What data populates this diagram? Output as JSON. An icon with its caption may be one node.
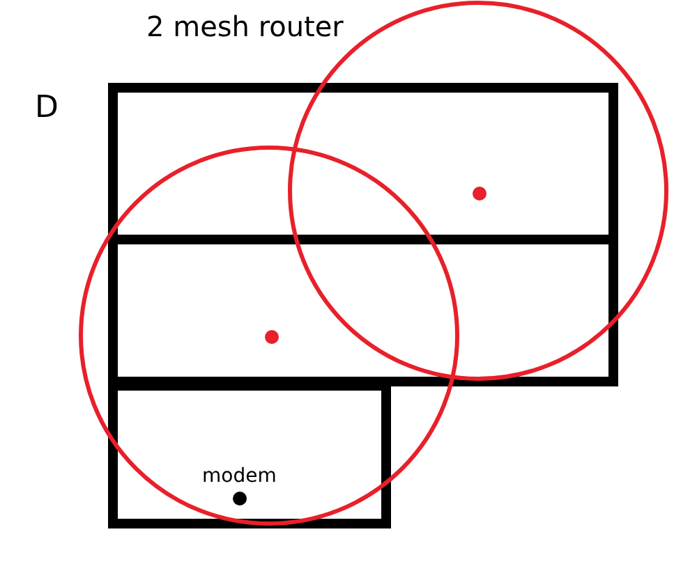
{
  "diagram": {
    "title": "2 mesh router",
    "labels": [
      "D",
      "modem"
    ]
  }
}
